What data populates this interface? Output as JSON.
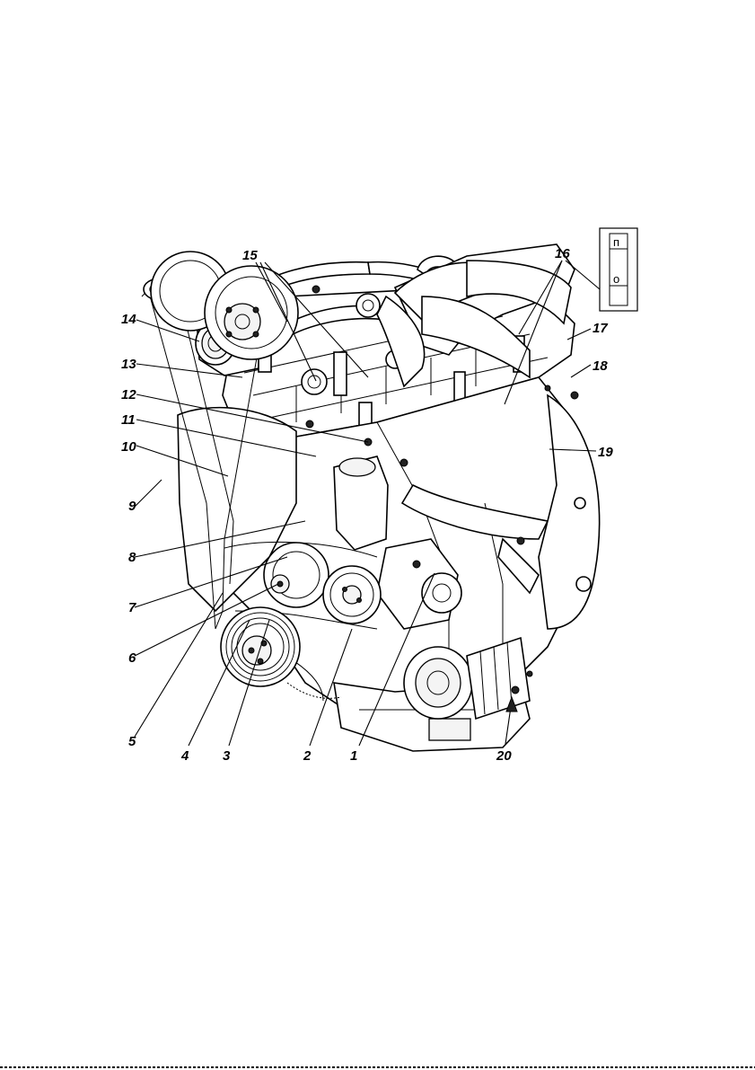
{
  "figure": {
    "callouts": [
      {
        "id": 1,
        "text": "1"
      },
      {
        "id": 2,
        "text": "2"
      },
      {
        "id": 3,
        "text": "3"
      },
      {
        "id": 4,
        "text": "4"
      },
      {
        "id": 5,
        "text": "5"
      },
      {
        "id": 6,
        "text": "6"
      },
      {
        "id": 7,
        "text": "7"
      },
      {
        "id": 8,
        "text": "8"
      },
      {
        "id": 9,
        "text": "9"
      },
      {
        "id": 10,
        "text": "10"
      },
      {
        "id": 11,
        "text": "11"
      },
      {
        "id": 12,
        "text": "12"
      },
      {
        "id": 13,
        "text": "13"
      },
      {
        "id": 14,
        "text": "14"
      },
      {
        "id": 15,
        "text": "15"
      },
      {
        "id": 16,
        "text": "16"
      },
      {
        "id": 17,
        "text": "17"
      },
      {
        "id": 18,
        "text": "18"
      },
      {
        "id": 19,
        "text": "19"
      },
      {
        "id": 20,
        "text": "20"
      }
    ],
    "inset": {
      "letter_top": "п",
      "letter_bottom": "о"
    }
  }
}
